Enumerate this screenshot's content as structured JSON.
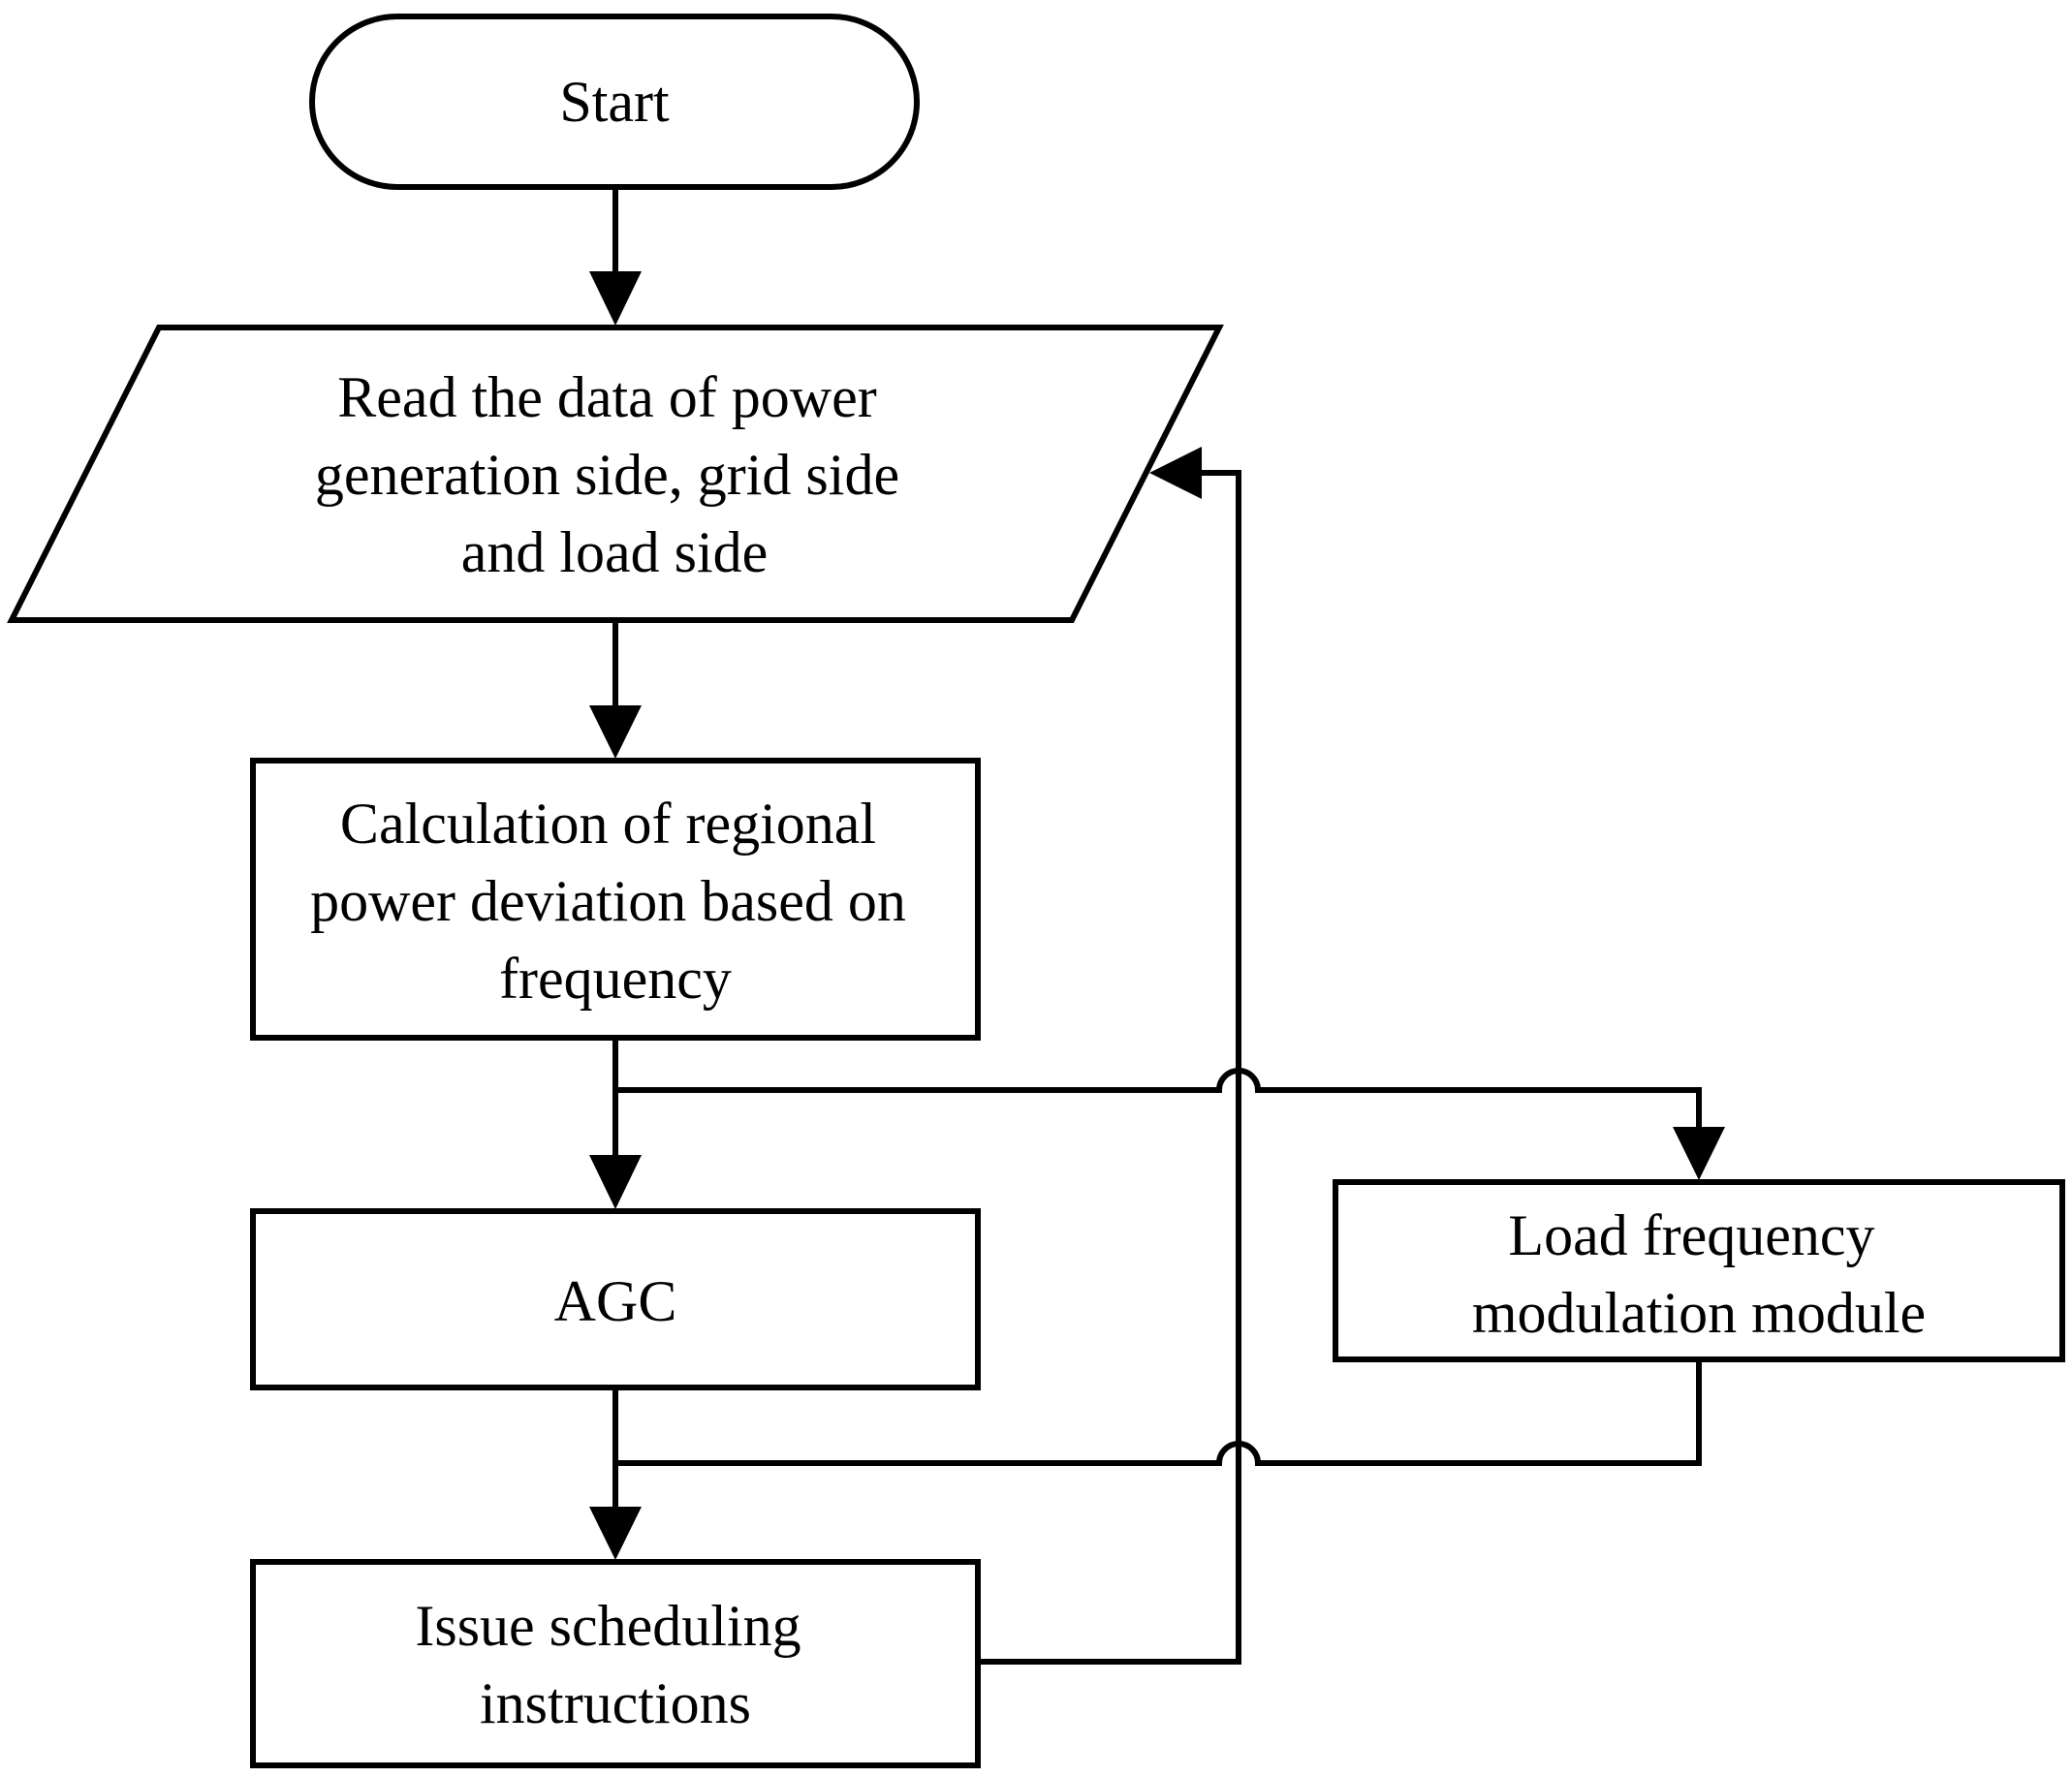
{
  "nodes": {
    "start": {
      "lines": [
        "Start"
      ]
    },
    "read_data": {
      "lines": [
        "Read the data of power",
        "generation side, grid side",
        "and load side"
      ]
    },
    "calculation": {
      "lines": [
        "Calculation of regional",
        "power deviation based on",
        "frequency"
      ]
    },
    "agc": {
      "lines": [
        "AGC"
      ]
    },
    "issue": {
      "lines": [
        "Issue scheduling",
        "instructions"
      ]
    },
    "load_freq": {
      "lines": [
        "Load frequency",
        "modulation module"
      ]
    }
  }
}
